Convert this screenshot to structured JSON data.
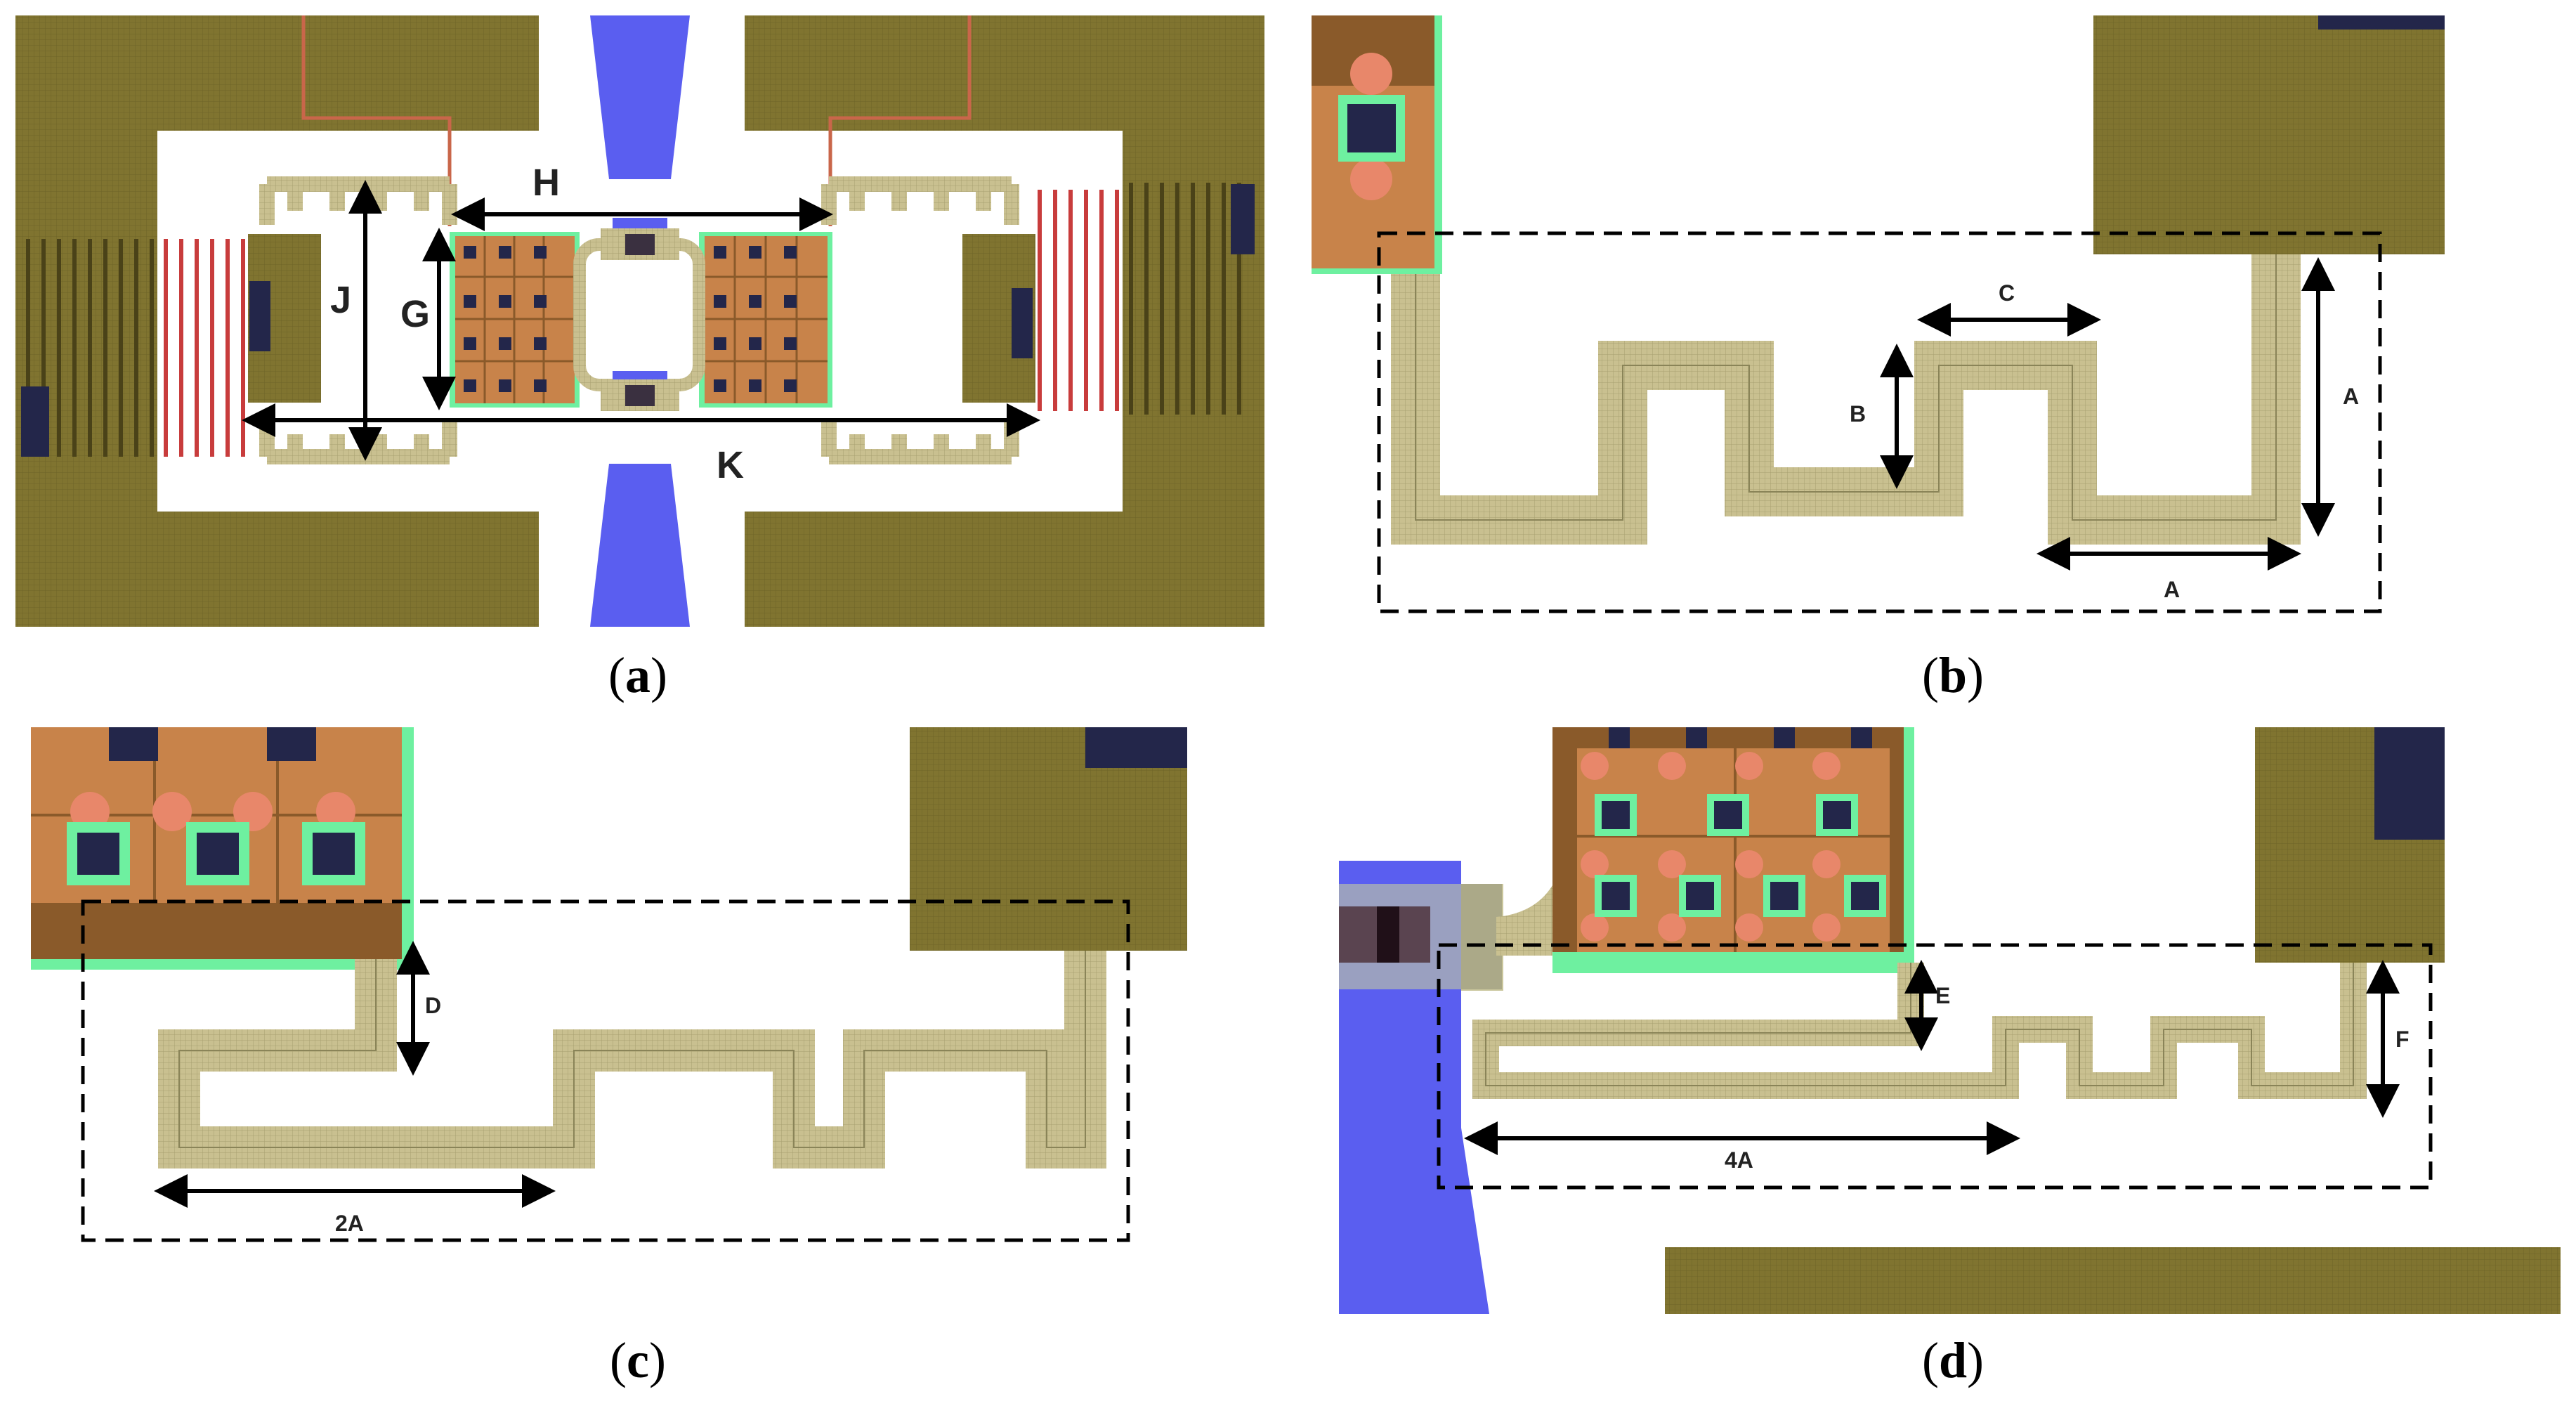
{
  "panels": [
    {
      "id": "a",
      "caption_letter": "a"
    },
    {
      "id": "b",
      "caption_letter": "b"
    },
    {
      "id": "c",
      "caption_letter": "c"
    },
    {
      "id": "d",
      "caption_letter": "d"
    }
  ],
  "labels": {
    "a": {
      "H": "H",
      "J": "J",
      "G": "G",
      "K": "K"
    },
    "b": {
      "A_h": "A",
      "A_v": "A",
      "B": "B",
      "C": "C"
    },
    "c": {
      "D": "D",
      "two_A": "2A"
    },
    "d": {
      "E": "E",
      "F": "F",
      "four_A": "4A"
    }
  },
  "colors": {
    "olive": "#807430",
    "spring": "#c9c090",
    "orange": "#c8834a",
    "blue": "#5a5ef0",
    "green": "#6ef0a0",
    "red": "#c83c3c",
    "navy": "#23264a"
  }
}
